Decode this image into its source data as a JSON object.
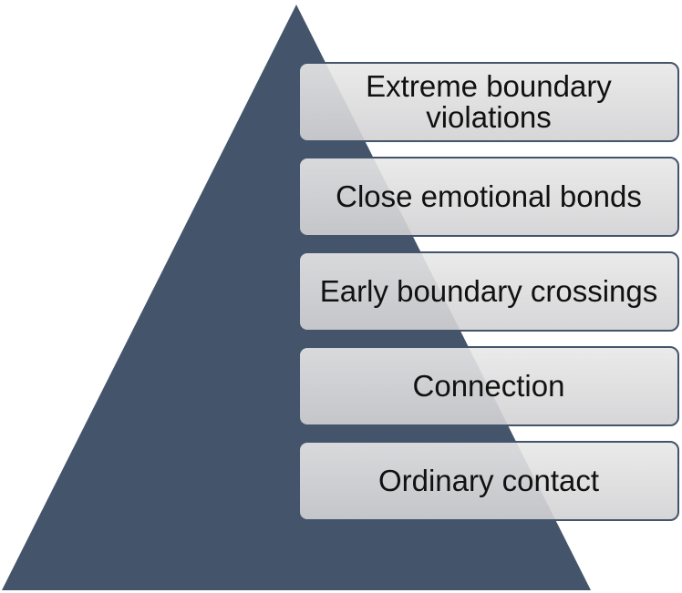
{
  "pyramid": {
    "fill_color": "#44546a",
    "levels": [
      {
        "label": "Extreme boundary violations"
      },
      {
        "label": "Close emotional bonds"
      },
      {
        "label": "Early boundary crossings"
      },
      {
        "label": "Connection"
      },
      {
        "label": "Ordinary contact"
      }
    ]
  }
}
